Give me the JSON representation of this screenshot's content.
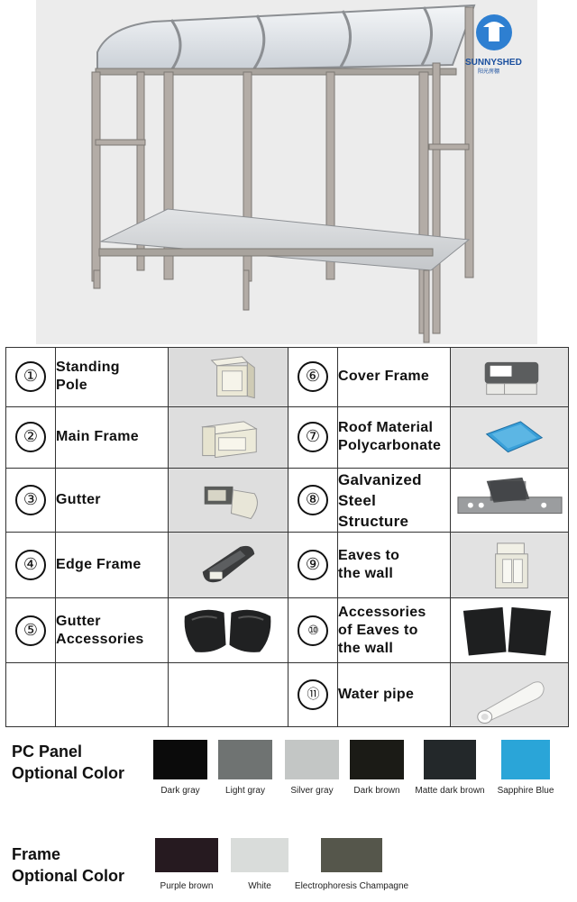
{
  "logo": {
    "brand": "SUNNYSHED",
    "sub": "阳光房棚"
  },
  "parts": [
    {
      "num": "①",
      "label": "Standing Pole",
      "lines": [
        "Standing",
        "Pole"
      ],
      "icon": "standing-pole-profile"
    },
    {
      "num": "⑥",
      "label": "Cover Frame",
      "lines": [
        "Cover Frame"
      ],
      "icon": "cover-frame-profile"
    },
    {
      "num": "②",
      "label": "Main Frame",
      "lines": [
        "Main Frame"
      ],
      "icon": "main-frame-profile"
    },
    {
      "num": "⑦",
      "label": "Roof Material Polycarbonate",
      "lines": [
        "Roof Material",
        "Polycarbonate"
      ],
      "icon": "polycarbonate-sheet"
    },
    {
      "num": "③",
      "label": "Gutter",
      "lines": [
        "Gutter"
      ],
      "icon": "gutter-profile"
    },
    {
      "num": "⑧",
      "label": "Galvanized Steel Structure",
      "lines": [
        "Galvanized",
        "Steel",
        "Structure"
      ],
      "icon": "steel-bracket"
    },
    {
      "num": "④",
      "label": "Edge Frame",
      "lines": [
        "Edge Frame"
      ],
      "icon": "edge-frame-profile"
    },
    {
      "num": "⑨",
      "label": "Eaves to the wall",
      "lines": [
        "Eaves to",
        "the wall"
      ],
      "icon": "eaves-profile"
    },
    {
      "num": "⑤",
      "label": "Gutter Accessories",
      "lines": [
        "Gutter",
        "Accessories"
      ],
      "icon": "gutter-caps"
    },
    {
      "num": "⑩",
      "label": "Accessories of Eaves to the wall",
      "lines": [
        "Accessories",
        "of Eaves to",
        "the wall"
      ],
      "icon": "eaves-caps"
    },
    {
      "num": "⑪",
      "label": "Water pipe",
      "lines": [
        "Water pipe"
      ],
      "icon": "water-pipe"
    }
  ],
  "pc_panel": {
    "title_lines": [
      "PC Panel",
      "Optional Color"
    ],
    "colors": [
      {
        "name": "Dark gray",
        "hex": "#0b0b0b"
      },
      {
        "name": "Light gray",
        "hex": "#6f7372"
      },
      {
        "name": "Silver gray",
        "hex": "#c3c6c5"
      },
      {
        "name": "Dark brown",
        "hex": "#1b1b16"
      },
      {
        "name": "Matte dark brown",
        "hex": "#23282a"
      },
      {
        "name": "Sapphire Blue",
        "hex": "#2aa5d8"
      }
    ]
  },
  "frame": {
    "title_lines": [
      "Frame",
      "Optional Color"
    ],
    "colors": [
      {
        "name": "Purple brown",
        "hex": "#261a20"
      },
      {
        "name": "White",
        "hex": "#d9dcda"
      },
      {
        "name": "Electrophoresis Champagne",
        "hex": "#55564b"
      }
    ]
  }
}
